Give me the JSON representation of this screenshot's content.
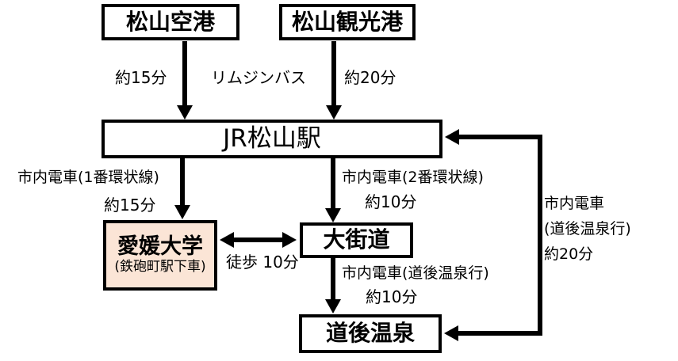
{
  "boxes": {
    "airport": {
      "label": "松山空港"
    },
    "port": {
      "label": "松山観光港"
    },
    "jr_station": {
      "label": "JR松山駅"
    },
    "ehime_university": {
      "label": "愛媛大学",
      "sublabel": "(鉄砲町駅下車)"
    },
    "okaido": {
      "label": "大街道"
    },
    "dogo_onsen": {
      "label": "道後温泉"
    }
  },
  "labels": {
    "airport_bus_time": "約15分",
    "limousine_bus": "リムジンバス",
    "port_bus_time": "約20分",
    "tram_loop1": "市内電車(1番環状線)",
    "tram_loop1_time": "約15分",
    "tram_loop2": "市内電車(2番環状線)",
    "tram_loop2_time": "約10分",
    "walk_time": "徒歩 10分",
    "tram_dogo": "市内電車(道後温泉行)",
    "tram_dogo_time": "約10分",
    "tram_return_line1": "市内電車",
    "tram_return_line2": "(道後温泉行)",
    "tram_return_line3": "約20分"
  },
  "colors": {
    "line": "#000000",
    "box_border": "#000000",
    "ehime_fill": "#FBE5D6",
    "background": "#FFFFFF"
  }
}
